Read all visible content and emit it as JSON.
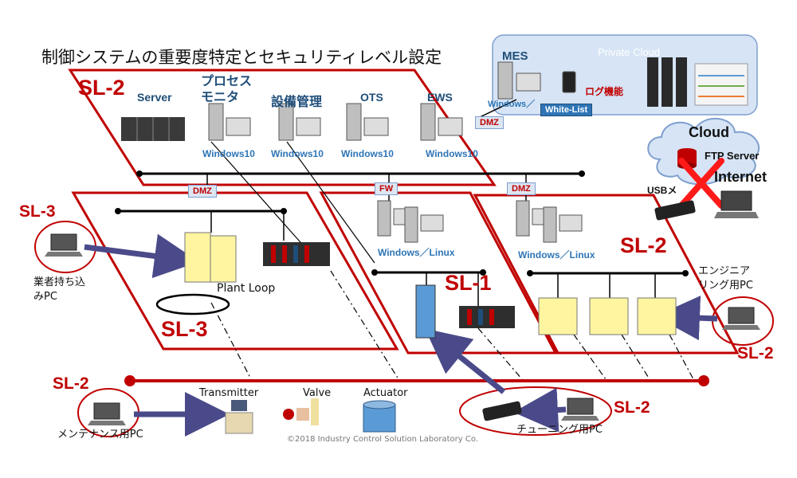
{
  "title": "制御システムの重要度特定とセキュリティレベル設定",
  "levels": {
    "top": "SL-2",
    "left_outer": "SL-3",
    "left_inner": "SL-3",
    "center": "SL-1",
    "right": "SL-2",
    "right_outer": "SL-2",
    "bottom_left": "SL-2",
    "bottom_right": "SL-2"
  },
  "top_zone": {
    "server": "Server",
    "process_monitor": "プロセス\nモニタ",
    "equipment": "設備管理",
    "ots": "OTS",
    "ews": "EWS",
    "os_labels": [
      "Windows10",
      "Windows10",
      "Windows10",
      "Windows10"
    ]
  },
  "badges": {
    "dmz_left": "DMZ",
    "fw": "FW",
    "dmz_right": "DMZ",
    "dmz_top": "DMZ"
  },
  "zones": {
    "plant_loop": "Plant Loop",
    "center_os": "Windows／Linux",
    "right_os": "Windows／Linux"
  },
  "cloud_area": {
    "mes": "MES",
    "private_cloud": "Private Cloud",
    "log_function": "ログ機能",
    "whitelist": "White-List",
    "windows": "Windows／",
    "cloud": "Cloud",
    "ftp": "FTP Server",
    "internet": "Internet",
    "usb": "USBメ"
  },
  "devices": {
    "vendor_pc": "業者持ち込\nみPC",
    "engineering_pc": "エンジニア\nリング用PC",
    "maintenance_pc": "メンテナンス用PC",
    "tuning_pc": "チューニング用PC",
    "transmitter": "Transmitter",
    "valve": "Valve",
    "actuator": "Actuator"
  },
  "copyright": "©2018 Industry Control Solution Laboratory Co.",
  "colors": {
    "zone_border": "#c00000",
    "bus": "#000000",
    "field_bus": "#c00000",
    "arrow": "#4a4a8a",
    "label_blue": "#1f4e79"
  }
}
